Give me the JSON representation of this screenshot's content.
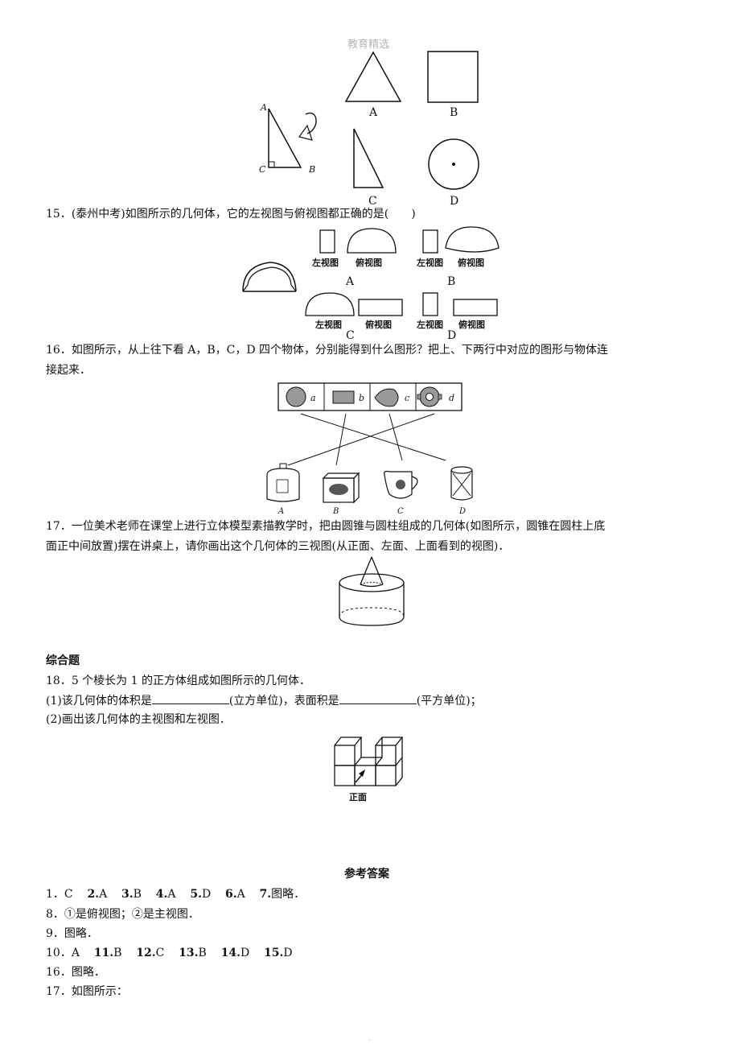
{
  "watermark": "教育精选",
  "q14_figure": {
    "rotate_labels": [
      "A",
      "C",
      "B"
    ],
    "option_labels": [
      "A",
      "B",
      "C",
      "D"
    ]
  },
  "q15": {
    "text": "15．(泰州中考)如图所示的几何体，它的左视图与俯视图都正确的是(　　)",
    "view_labels": [
      "左视图",
      "俯视图"
    ],
    "option_labels": [
      "A",
      "B",
      "C",
      "D"
    ]
  },
  "q16": {
    "line1": "16．如图所示，从上往下看 A，B，C，D 四个物体，分别能得到什么图形？把上、下两行中对应的图形与物体连",
    "line2": "接起来．",
    "shape_labels": [
      "a",
      "b",
      "c",
      "d"
    ],
    "object_labels": [
      "A",
      "B",
      "C",
      "D"
    ]
  },
  "q17": {
    "line1": "17．一位美术老师在课堂上进行立体模型素描教学时，把由圆锥与圆柱组成的几何体(如图所示，圆锥在圆柱上底",
    "line2": "面正中间放置)摆在讲桌上，请你画出这个几何体的三视图(从正面、左面、上面看到的视图)．"
  },
  "section_title": "综合题",
  "q18": {
    "line1": "18．5 个棱长为 1 的正方体组成如图所示的几何体．",
    "line2_a": "(1)该几何体的体积是",
    "line2_b": "(立方单位)，表面积是",
    "line2_c": "(平方单位)；",
    "line3": "(2)画出该几何体的主视图和左视图．",
    "figure_label": "正面"
  },
  "answers": {
    "title": "参考答案",
    "row1": [
      {
        "n": "1",
        "a": "C",
        "sep": "．"
      },
      {
        "n": "2",
        "a": "A",
        "sep": "."
      },
      {
        "n": "3",
        "a": "B",
        "sep": "."
      },
      {
        "n": "4",
        "a": "A",
        "sep": "."
      },
      {
        "n": "5",
        "a": "D",
        "sep": "."
      },
      {
        "n": "6",
        "a": "A",
        "sep": "."
      },
      {
        "n": "7",
        "a": "图略．",
        "sep": "."
      }
    ],
    "line8": "8．①是俯视图；②是主视图．",
    "line9": "9．图略．",
    "row10": [
      {
        "n": "10",
        "a": "A",
        "sep": "．"
      },
      {
        "n": "11",
        "a": "B",
        "sep": "."
      },
      {
        "n": "12",
        "a": "C",
        "sep": "."
      },
      {
        "n": "13",
        "a": "B",
        "sep": "."
      },
      {
        "n": "14",
        "a": "D",
        "sep": "."
      },
      {
        "n": "15",
        "a": "D",
        "sep": "."
      }
    ],
    "line16": "16．图略．",
    "line17": "17．如图所示："
  },
  "footer_dot": "."
}
